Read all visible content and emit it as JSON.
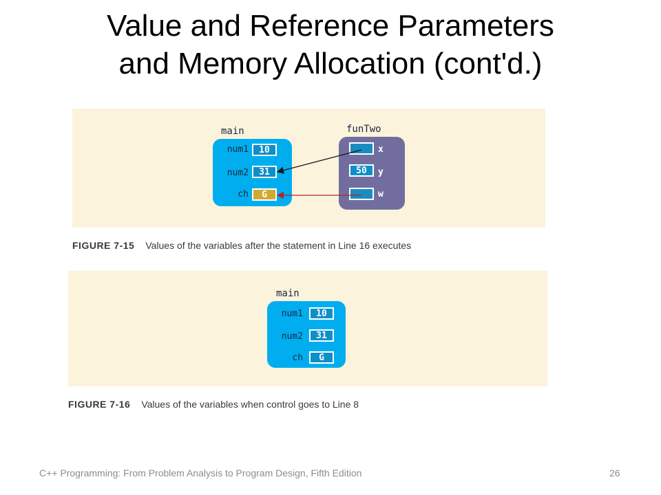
{
  "slide": {
    "title_line1": "Value and Reference Parameters",
    "title_line2": "and Memory Allocation (cont'd.)",
    "footer_text": "C++ Programming: From Problem Analysis to Program Design, Fifth Edition",
    "page_number": "26"
  },
  "figure1": {
    "number": "FIGURE 7-15",
    "caption": "Values of the variables after the statement in Line 16 executes",
    "main": {
      "label": "main",
      "vars": [
        {
          "name": "num1",
          "value": "10"
        },
        {
          "name": "num2",
          "value": "31"
        },
        {
          "name": "ch",
          "value": "G"
        }
      ]
    },
    "funTwo": {
      "label": "funTwo",
      "vars": [
        {
          "name": "x",
          "value": ""
        },
        {
          "name": "y",
          "value": "50"
        },
        {
          "name": "w",
          "value": ""
        }
      ]
    },
    "colors": {
      "main_frame": "#00aeef",
      "fun_frame": "#716e9f",
      "highlight": "#d2a830",
      "ref_arrow_x": "#1a1a1a",
      "ref_arrow_w": "#b0262a"
    }
  },
  "figure2": {
    "number": "FIGURE 7-16",
    "caption": "Values of the variables when control goes to Line 8",
    "main": {
      "label": "main",
      "vars": [
        {
          "name": "num1",
          "value": "10"
        },
        {
          "name": "num2",
          "value": "31"
        },
        {
          "name": "ch",
          "value": "G"
        }
      ]
    }
  }
}
